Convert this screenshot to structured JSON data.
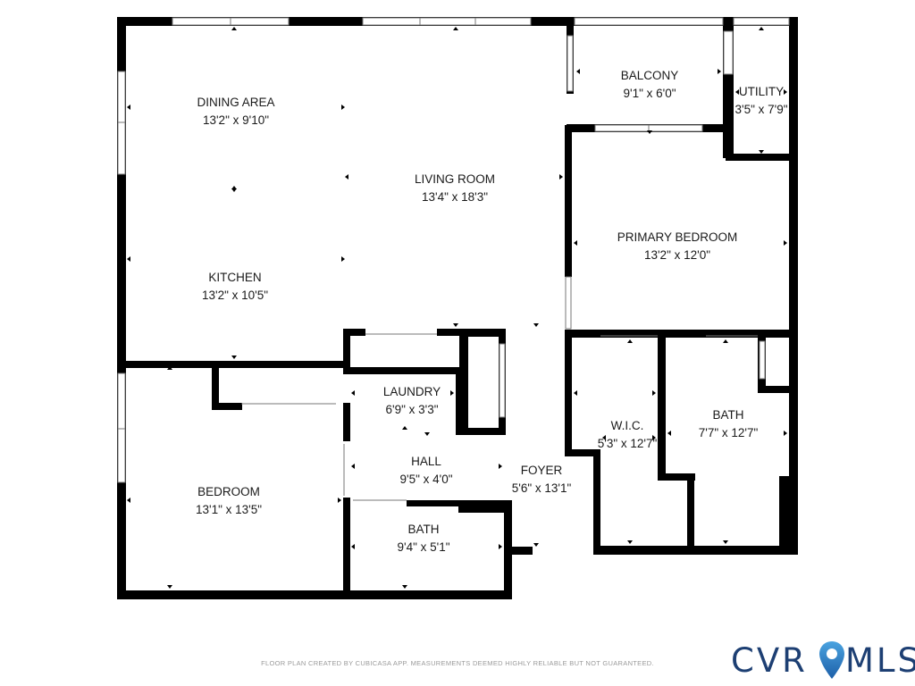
{
  "rooms": {
    "dining": {
      "name": "DINING AREA",
      "size": "13'2\" x 9'10\""
    },
    "living": {
      "name": "LIVING ROOM",
      "size": "13'4\" x 18'3\""
    },
    "kitchen": {
      "name": "KITCHEN",
      "size": "13'2\" x 10'5\""
    },
    "balcony": {
      "name": "BALCONY",
      "size": "9'1\" x 6'0\""
    },
    "utility": {
      "name": "UTILITY",
      "size": "3'5\" x 7'9\""
    },
    "primary": {
      "name": "PRIMARY BEDROOM",
      "size": "13'2\" x 12'0\""
    },
    "laundry": {
      "name": "LAUNDRY",
      "size": "6'9\" x 3'3\""
    },
    "hall": {
      "name": "HALL",
      "size": "9'5\" x 4'0\""
    },
    "foyer": {
      "name": "FOYER",
      "size": "5'6\" x 13'1\""
    },
    "bedroom": {
      "name": "BEDROOM",
      "size": "13'1\" x 13'5\""
    },
    "bath2": {
      "name": "BATH",
      "size": "9'4\" x 5'1\""
    },
    "wic": {
      "name": "W.I.C.",
      "size": "5'3\" x 12'7\""
    },
    "bath1": {
      "name": "BATH",
      "size": "7'7\" x 12'7\""
    }
  },
  "footer": {
    "note": "FLOOR PLAN CREATED BY CUBICASA APP. MEASUREMENTS DEEMED HIGHLY RELIABLE BUT NOT GUARANTEED."
  },
  "logo": {
    "left": "CVR",
    "right": "MLS",
    "pin": "map-pin-icon"
  },
  "colors": {
    "wall": "#000000",
    "window": "#ffffff",
    "brand": "#1d3f73",
    "pin": "#3c8fd0",
    "footer": "#9a9a9a"
  }
}
